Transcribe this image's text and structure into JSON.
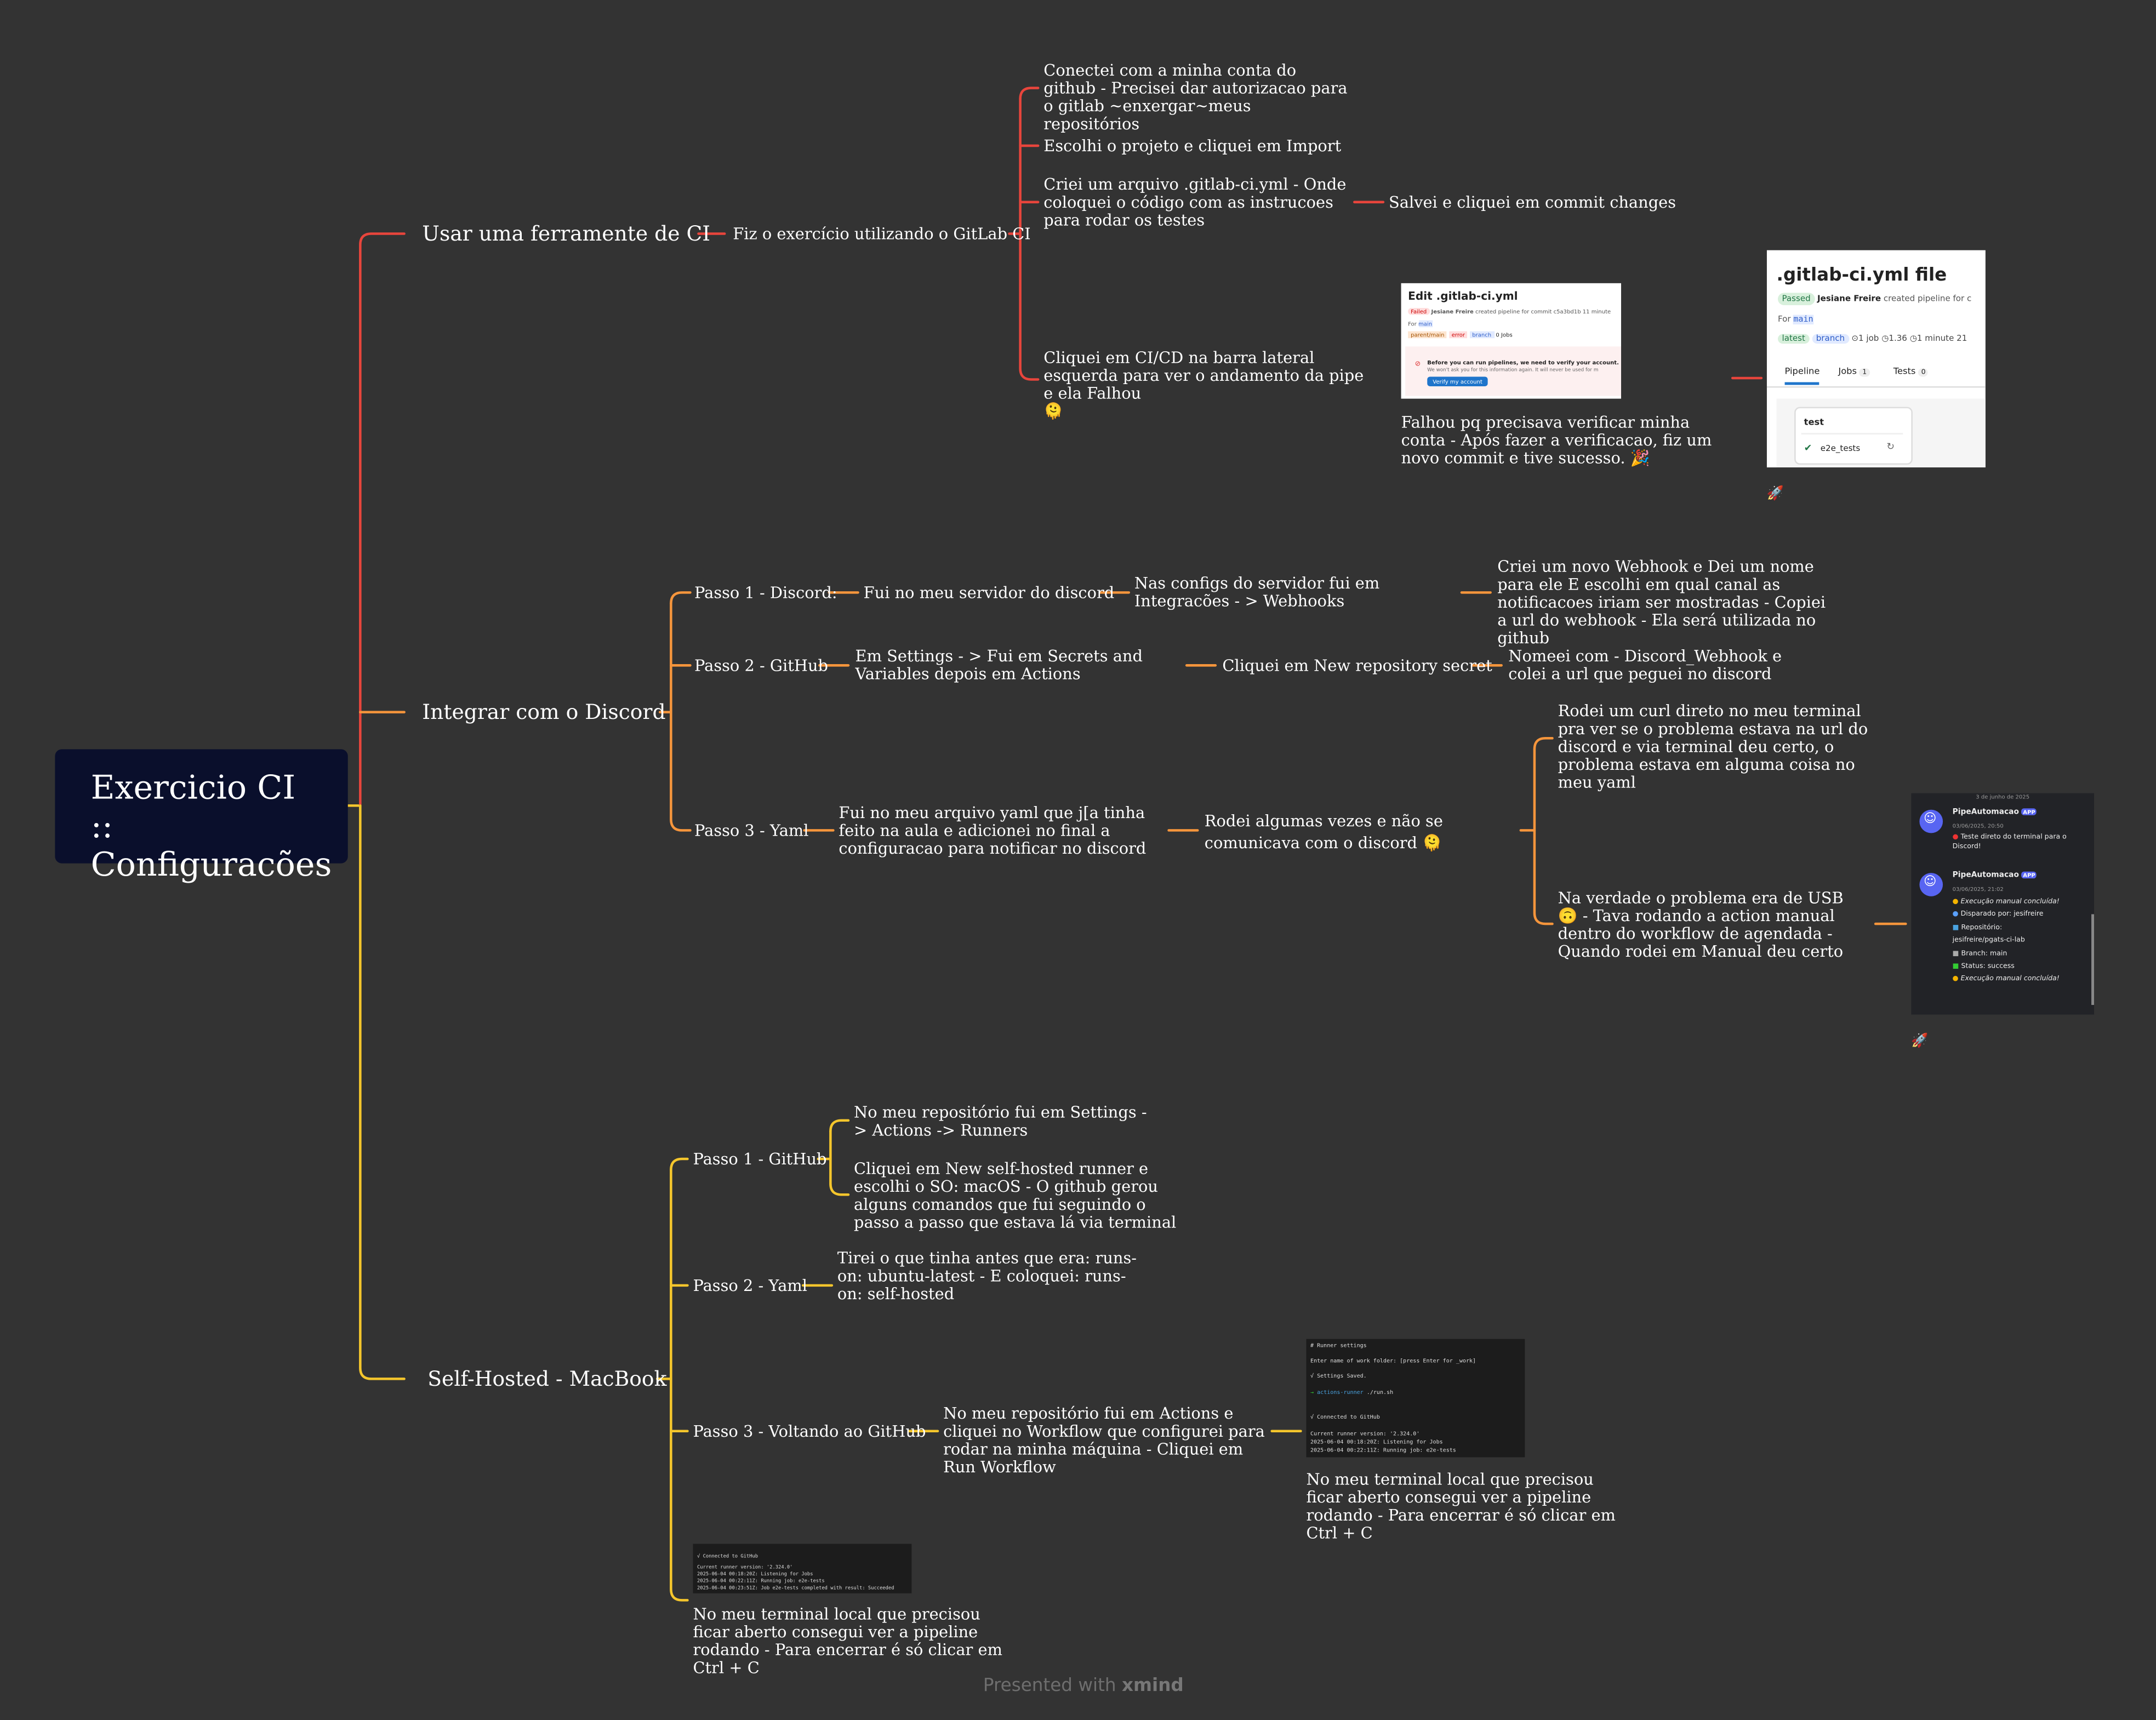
{
  "root": {
    "title": "Exercicio CI :: Configuracões"
  },
  "branches": {
    "ci": {
      "label": "Usar uma ferramente de CI",
      "child": "Fiz o exercício utilizando o GitLab CI",
      "steps": [
        "Conectei com a minha conta do github - Precisei dar autorizacao para o gitlab ~enxergar~meus repositórios",
        "Escolhi o projeto e cliquei em Import",
        "Criei um arquivo .gitlab-ci.yml - Onde coloquei o código com as instrucoes para rodar os testes",
        "Cliquei em CI/CD na barra lateral esquerda para ver o andamento da pipe e ela Falhou"
      ],
      "commit_step": "Salvei e cliquei em commit changes",
      "failed_caption": "Falhou pq precisava verificar minha conta - Após fazer a verificacao, fiz um novo commit e tive sucesso."
    },
    "discord": {
      "label": "Integrar com o Discord",
      "passo1": {
        "label": "Passo 1 - Discord:",
        "a": "Fui no meu servidor do discord",
        "b": "Nas configs do servidor fui em Integracões - > Webhooks",
        "c": "Criei um novo Webhook e Dei um nome para ele E escolhi em qual canal as notificacoes iriam ser mostradas - Copiei a url do webhook - Ela será utilizada no github"
      },
      "passo2": {
        "label": "Passo 2 - GitHub",
        "a": "Em Settings - > Fui em Secrets and Variables depois em Actions",
        "b": "Cliquei em New repository secret",
        "c": "Nomeei com - Discord_Webhook e colei a url que peguei no discord"
      },
      "passo3": {
        "label": "Passo 3 - Yaml",
        "a": "Fui no meu arquivo yaml que j[a tinha feito na aula e adicionei no final a configuracao para notificar no discord",
        "b": "Rodei algumas vezes e não se comunicava com o discord",
        "c": "Rodei um curl direto no meu terminal pra ver se o problema estava na url do discord e via terminal deu certo, o problema estava em alguma coisa no meu yaml",
        "d": "Na verdade o problema era de USB",
        "d2": "- Tava rodando a action manual dentro do workflow de agendada - Quando rodei em Manual deu certo"
      }
    },
    "selfhosted": {
      "label": "Self-Hosted - MacBook",
      "passo1": {
        "label": "Passo 1 - GitHub",
        "a": "No meu repositório fui em Settings -> Actions -> Runners",
        "b": "Cliquei em New self-hosted runner e escolhi o SO: macOS - O github gerou alguns comandos que fui seguindo o passo a passo que estava lá via terminal"
      },
      "passo2": {
        "label": "Passo 2 - Yaml",
        "a": "Tirei o que tinha antes que era: runs-on: ubuntu-latest - E coloquei: runs-on: self-hosted"
      },
      "passo3": {
        "label": "Passo 3 - Voltando ao GitHub",
        "a": "No meu repositório fui em Actions e cliquei no Workflow que configurei para rodar na minha máquina - Cliquei em Run Workflow",
        "caption": "No meu terminal local que precisou ficar aberto consegui ver a pipeline rodando - Para encerrar é só clicar em Ctrl + C"
      },
      "passo4": {
        "caption": "No meu terminal local que precisou ficar aberto consegui ver a pipeline rodando - Para encerrar é só clicar em Ctrl + C"
      }
    }
  },
  "screenshots": {
    "edit": {
      "title": "Edit .gitlab-ci.yml",
      "failed": "Failed",
      "author": "Jesiane Freire",
      "meta": "created pipeline for commit",
      "hash": "c5a3bd1b",
      "minutes": "11 minute",
      "for": "For",
      "main": "main",
      "tag1": "parent/main",
      "tag2": "error",
      "tag3": "branch",
      "jobs": "0 Jobs",
      "warn_title": "Before you can run pipelines, we need to verify your account.",
      "warn_sub": "We won't ask you for this information again. It will never be used for m",
      "verify": "Verify my account"
    },
    "passed": {
      "title": ".gitlab-ci.yml file",
      "passed": "Passed",
      "author": "Jesiane Freire",
      "meta": "created pipeline for c",
      "for": "For",
      "main": "main",
      "latest": "latest",
      "branch": "branch",
      "jobs1": "1 job",
      "time": "1.36",
      "dur": "1 minute 21",
      "tab1": "Pipeline",
      "tab2": "Jobs",
      "tab2n": "1",
      "tab3": "Tests",
      "tab3n": "0",
      "stage": "test",
      "job": "e2e_tests"
    },
    "discord": {
      "date": "3 de junho de 2025",
      "name": "PipeAutomacao",
      "app": "APP",
      "t1": "03/06/2025, 20:50",
      "m1": "Teste direto do terminal para o Discord!",
      "t2": "03/06/2025, 21:02",
      "m2": "Execução manual concluída!",
      "m3": "Disparado por: jesifreire",
      "m4": "Repositório:",
      "m5": "jesifreire/pgats-ci-lab",
      "m6": "Branch: main",
      "m7": "Status: success",
      "m8": "Execução manual concluída!"
    },
    "term1": {
      "l1": "# Runner settings",
      "l2": "Enter name of work folder: [press Enter for _work]",
      "l3": "√ Settings Saved.",
      "l4a": "actions-runner",
      "l4b": "./run.sh",
      "l5": "√ Connected to GitHub",
      "l6": "Current runner version: '2.324.0'",
      "l7": "2025-06-04 00:18:20Z: Listening for Jobs",
      "l8": "2025-06-04 00:22:11Z: Running job: e2e-tests"
    },
    "term2": {
      "l1": "√ Connected to GitHub",
      "l2": "Current runner version: '2.324.0'",
      "l3": "2025-06-04 00:18:20Z: Listening for Jobs",
      "l4": "2025-06-04 00:22:11Z: Running job: e2e-tests",
      "l5": "2025-06-04 00:23:51Z: Job e2e-tests completed with result: Succeeded"
    }
  },
  "emojis": {
    "smile": "🫠",
    "party": "🎉",
    "rocket": "🚀",
    "upside": "🙃"
  },
  "footer": {
    "text": "Presented with",
    "brand": "xmind"
  },
  "colors": {
    "background": "#333333",
    "root": "#0a0f2c",
    "red_branch": "#e8453c",
    "orange_branch": "#f5953c",
    "yellow_branch": "#f5c62c"
  }
}
